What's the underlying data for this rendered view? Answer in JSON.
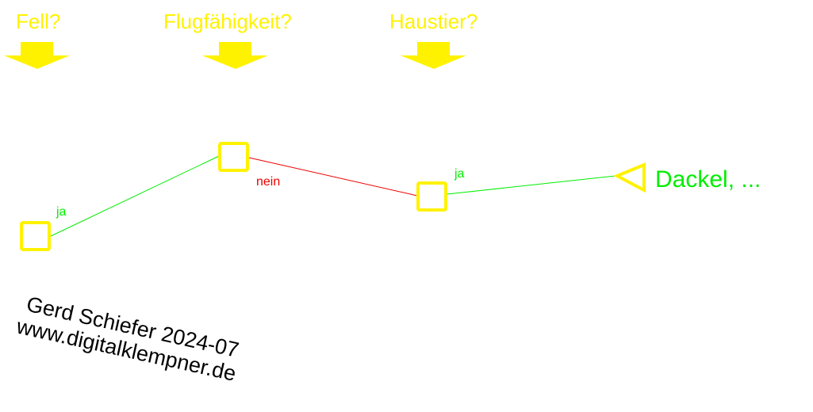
{
  "colors": {
    "yellow": "#FFF200",
    "green": "#00EE00",
    "red": "#EE0000",
    "text_dark": "#000000"
  },
  "questions": [
    {
      "label": "Fell?"
    },
    {
      "label": "Flugfähigkeit?"
    },
    {
      "label": "Haustier?"
    }
  ],
  "edges": [
    {
      "from": "start",
      "to": "node-flug",
      "label": "ja",
      "color": "green"
    },
    {
      "from": "node-flug",
      "to": "node-haustier",
      "label": "nein",
      "color": "red"
    },
    {
      "from": "node-haustier",
      "to": "leaf",
      "label": "ja",
      "color": "green"
    }
  ],
  "leaf": {
    "label": "Dackel, ..."
  },
  "credit": {
    "author": "Gerd Schiefer 2024-07",
    "website": "www.digitalklempner.de"
  }
}
